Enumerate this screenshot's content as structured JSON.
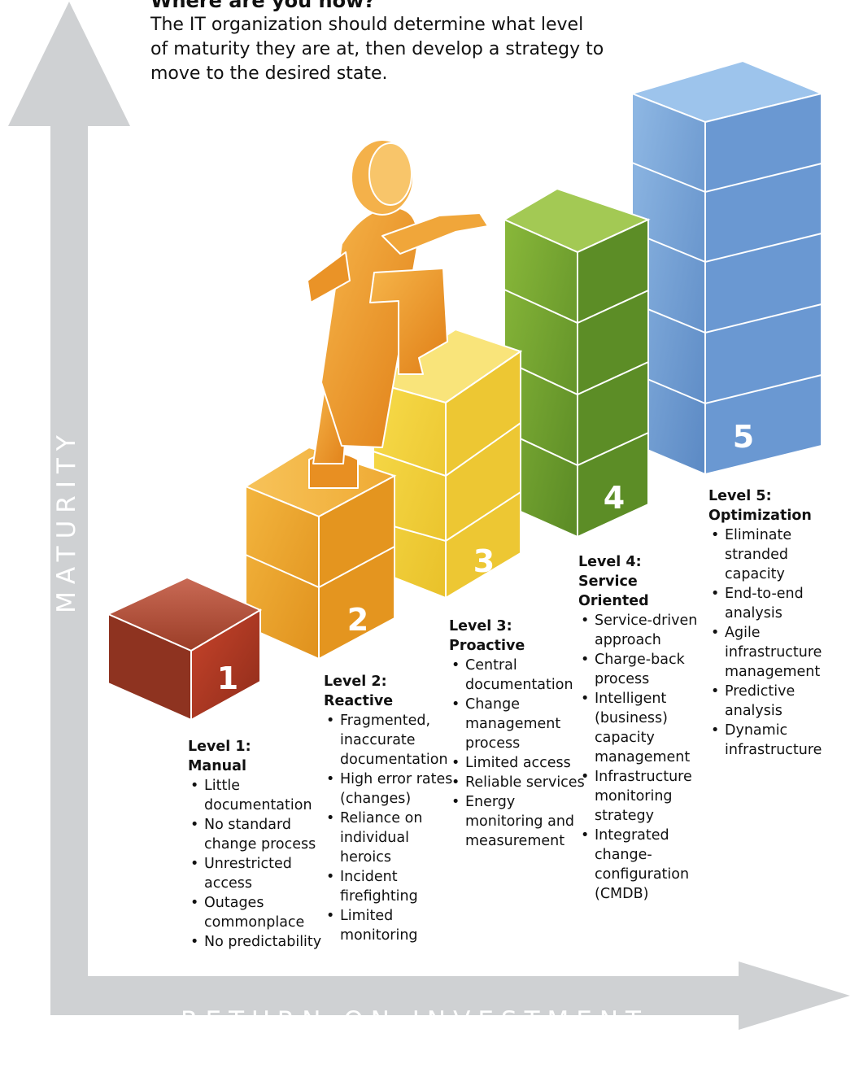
{
  "heading": {
    "title": "Where are you now?",
    "body": "The IT organization should determine what level of maturity they are at, then develop a strategy to move to the desired state."
  },
  "axes": {
    "y_label": "MATURITY",
    "x_label": "RETURN ON INVESTMENT",
    "color": "#cfd1d3"
  },
  "levels": [
    {
      "number": "1",
      "title_line1": "Level 1:",
      "title_line2": "Manual",
      "color": "#b8412a",
      "items": [
        "Little documentation",
        "No standard change process",
        "Unrestricted access",
        "Outages commonplace",
        "No predictability"
      ]
    },
    {
      "number": "2",
      "title_line1": "Level 2:",
      "title_line2": "Reactive",
      "color": "#e69a23",
      "items": [
        "Fragmented, inaccurate documentation",
        "High error rates (changes)",
        "Reliance on individual heroics",
        "Incident firefighting",
        "Limited monitoring"
      ]
    },
    {
      "number": "3",
      "title_line1": "Level 3:",
      "title_line2": "Proactive",
      "color": "#f0cc2a",
      "items": [
        "Central documentation",
        "Change management process",
        "Limited access",
        "Reliable services",
        "Energy monitoring and measurement"
      ]
    },
    {
      "number": "4",
      "title_line1": "Level 4:",
      "title_line2": "Service Oriented",
      "color": "#6f9a2b",
      "items": [
        "Service-driven approach",
        "Charge-back process",
        "Intelligent (business) capacity management",
        "Infrastructure monitoring strategy",
        "Integrated change-configuration (CMDB)"
      ]
    },
    {
      "number": "5",
      "title_line1": "Level 5:",
      "title_line2": "Optimization",
      "color": "#6c9ad1",
      "items": [
        "Eliminate stranded capacity",
        "End-to-end analysis",
        "Agile infrastructure management",
        "Predictive analysis",
        "Dynamic infrastructure"
      ]
    }
  ]
}
